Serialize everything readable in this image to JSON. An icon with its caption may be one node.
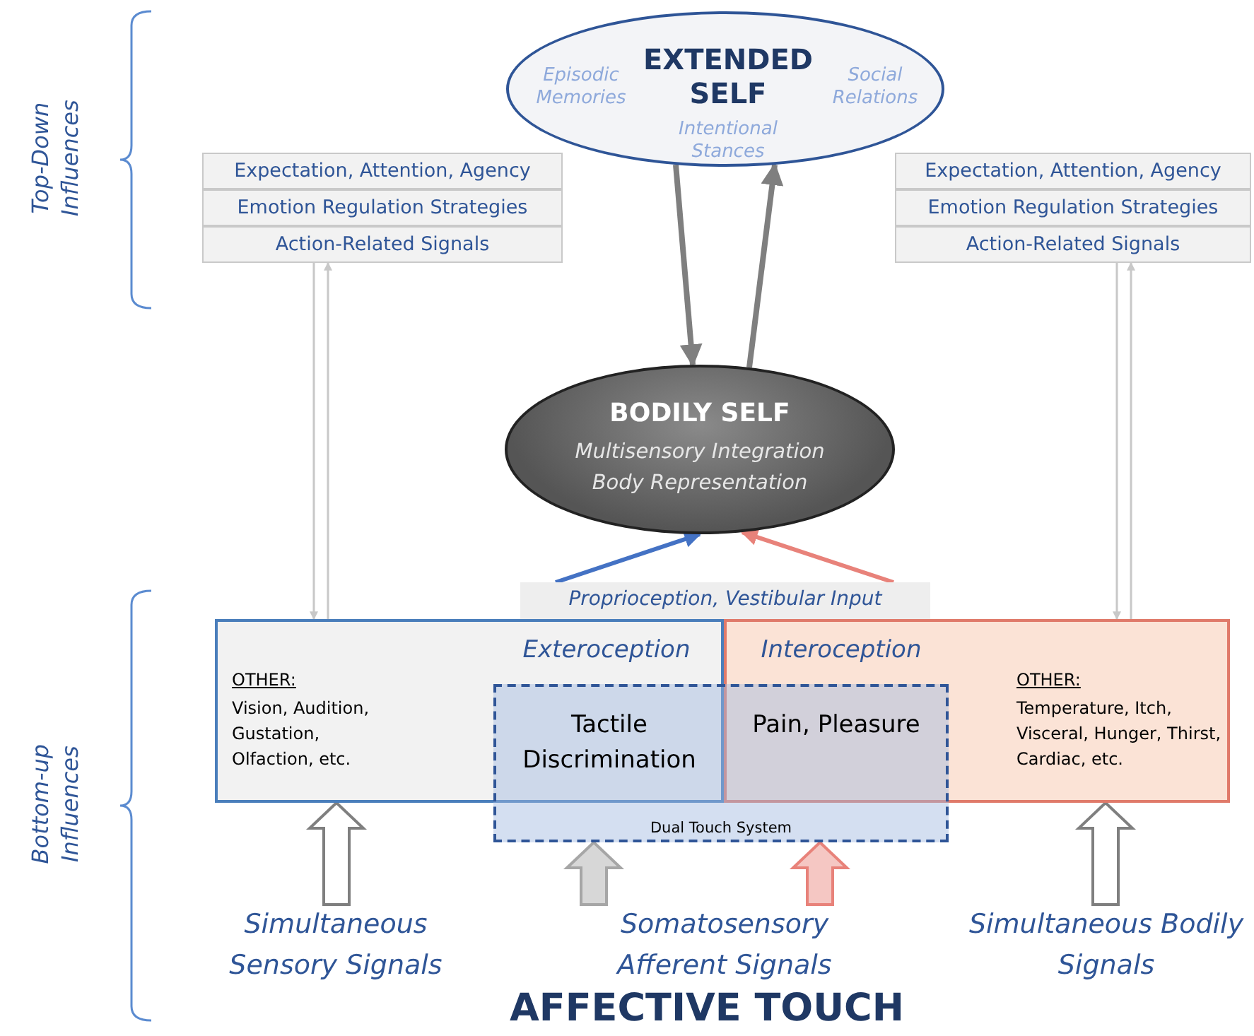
{
  "diagram": {
    "title": "AFFECTIVE TOUCH",
    "nodes": [
      {
        "text": [
          "Episodic Memories",
          "EXTENDED SELF",
          "Social Relations",
          "Intentional Stances"
        ]
      },
      {
        "text": [
          "Expectation, Attention, Agency",
          "Emotion Regulation Strategies",
          "Action-Related Signals"
        ]
      },
      {
        "text": [
          "Expectation, Attention, Agency",
          "Emotion Regulation Strategies",
          "Action-Related Signals"
        ]
      },
      {
        "text": [
          "BODILY SELF",
          "Multisensory Integration Body Representation"
        ]
      },
      {
        "text": [
          "Proprioception, Vestibular Input"
        ]
      },
      {
        "text": [
          "Exteroception",
          "OTHER:",
          "Vision, Audition, Gustation, Olfaction, etc."
        ]
      },
      {
        "text": [
          "Interoception",
          "OTHER:",
          "Temperature, Itch, Visceral, Hunger, Thirst, Cardiac, etc."
        ]
      },
      {
        "text": [
          "Dual Touch System"
        ]
      },
      {
        "text": [
          "Tactile Discrimination"
        ]
      },
      {
        "text": [
          "Pain, Pleasure"
        ]
      },
      {
        "text": [
          "Simultaneous Sensory Signals"
        ]
      },
      {
        "text": [
          "Somatosensory Afferent Signals"
        ]
      },
      {
        "text": [
          "Simultaneous Bodily Signals"
        ]
      }
    ],
    "edges": [
      {
        "from": 0,
        "to": 3,
        "arrow": "to",
        "style": "thick"
      },
      {
        "from": 3,
        "to": 0,
        "arrow": "to",
        "style": "thick"
      },
      {
        "from": 1,
        "to": 5,
        "arrow": "to"
      },
      {
        "from": 5,
        "to": 1,
        "arrow": "to"
      },
      {
        "from": 2,
        "to": 6,
        "arrow": "to"
      },
      {
        "from": 6,
        "to": 2,
        "arrow": "to"
      },
      {
        "from": 4,
        "to": 3,
        "arrow": "to",
        "style": "thick",
        "color": "#4472c4"
      },
      {
        "from": 4,
        "to": 3,
        "arrow": "to",
        "style": "thick",
        "color": "#e8827a"
      },
      {
        "from": 10,
        "to": 5,
        "arrow": "to",
        "style": "thick"
      },
      {
        "from": 11,
        "to": 7,
        "arrow": "to",
        "style": "thick",
        "color": "#a6a6a6"
      },
      {
        "from": 11,
        "to": 7,
        "arrow": "to",
        "style": "thick",
        "color": "#e8827a"
      },
      {
        "from": 12,
        "to": 6,
        "arrow": "to",
        "style": "thick"
      }
    ],
    "labels": [
      "Top-Down Influences",
      "Bottom-up Influences"
    ]
  }
}
